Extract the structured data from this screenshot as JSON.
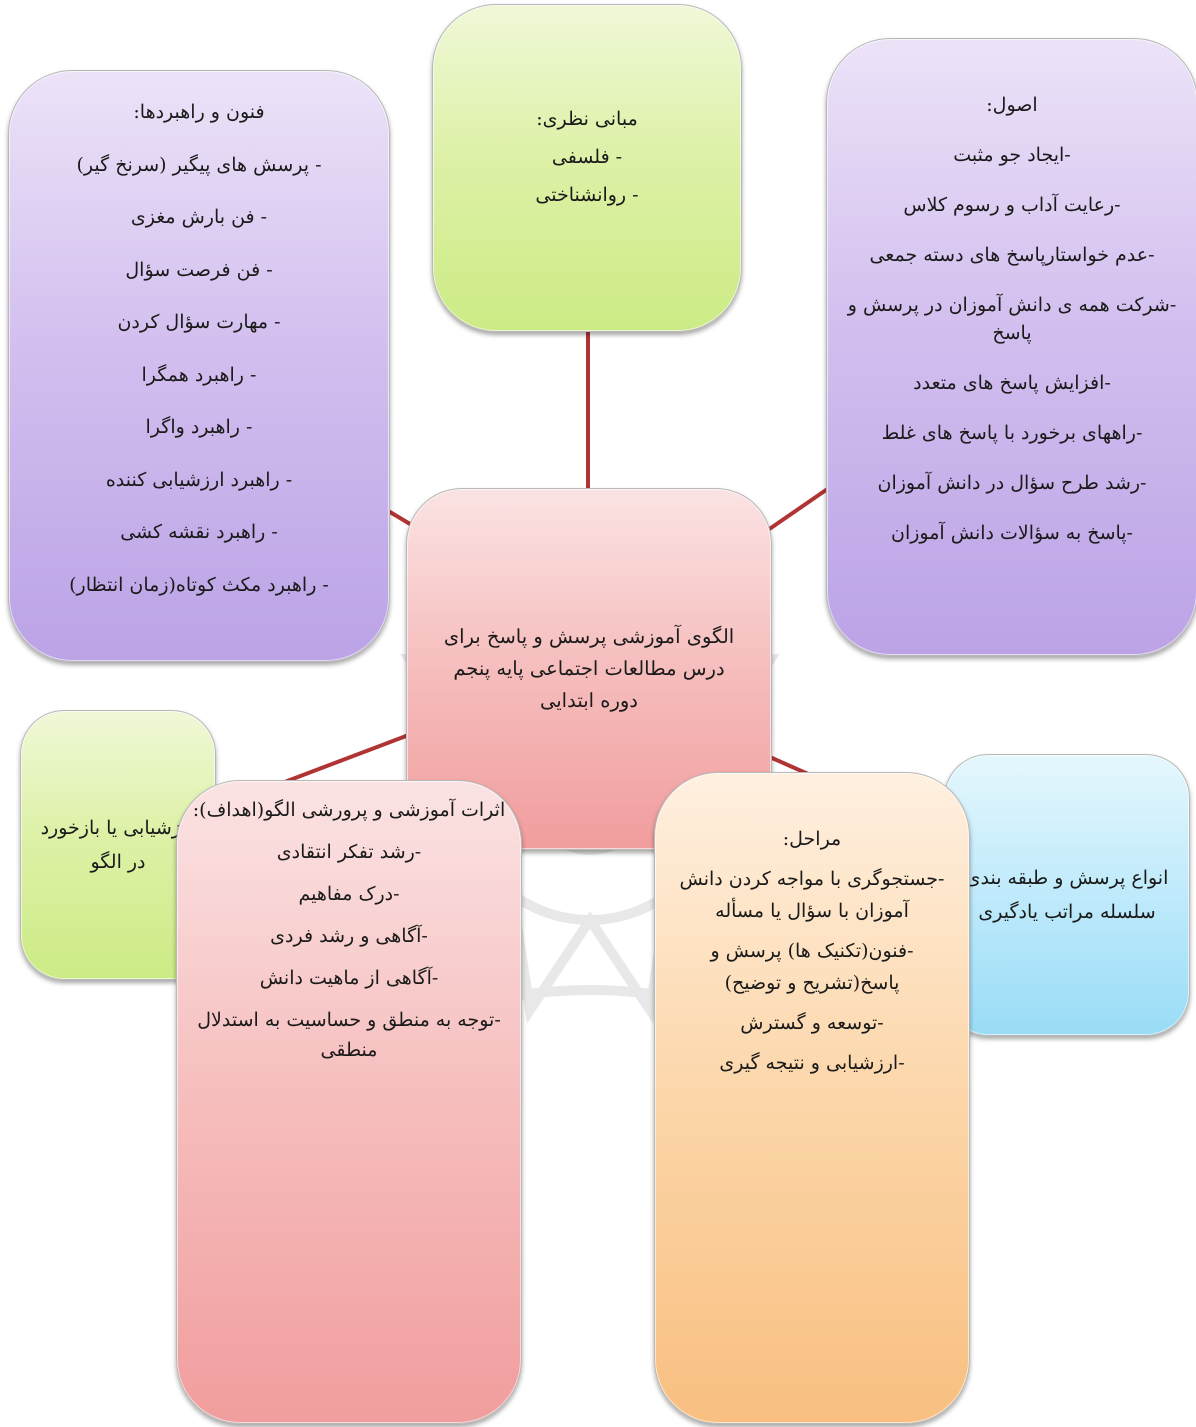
{
  "central": {
    "text": "الگوی آموزشی پرسش و پاسخ برای درس مطالعات اجتماعی پایه پنجم دوره ابتدایی"
  },
  "techniques": {
    "title": "فنون و راهبردها:",
    "items": [
      "- پرسش های پیگیر (سرنخ گیر)",
      "- فن بارش مغزی",
      "- فن فرصت سؤال",
      "- مهارت سؤال کردن",
      "- راهبرد همگرا",
      "- راهبرد واگرا",
      "- راهبرد ارزشیابی کننده",
      "- راهبرد نقشه کشی",
      "- راهبرد مکث کوتاه(زمان انتظار)"
    ]
  },
  "foundations": {
    "title": "مبانی نظری:",
    "items": [
      "- فلسفی",
      "- روانشناختی"
    ]
  },
  "principles": {
    "title": "اصول:",
    "items": [
      "-ایجاد جو مثبت",
      "-رعایت آداب و رسوم کلاس",
      "-عدم خواستارپاسخ های دسته جمعی",
      "-شرکت همه ی دانش آموزان در پرسش و پاسخ",
      "-افزایش پاسخ های متعدد",
      "-راههای برخورد با پاسخ های غلط",
      "-رشد طرح سؤال در دانش آموزان",
      "-پاسخ به سؤالات دانش آموزان"
    ]
  },
  "evaluation": {
    "text": "ارزشیابی یا بازخورد در الگو"
  },
  "question_types": {
    "text": "انواع پرسش و طبقه بندی سلسله مراتب یادگیری"
  },
  "effects": {
    "title": "اثرات آموزشی و پرورشی الگو(اهداف):",
    "items": [
      "-رشد تفکر انتقادی",
      "-درک مفاهیم",
      "-آگاهی و رشد فردی",
      "-آگاهی از ماهیت دانش",
      "-توجه به منطق و حساسیت به استدلال منطقی"
    ]
  },
  "stages": {
    "title": "مراحل:",
    "items": [
      "-جستجوگری با مواجه کردن دانش آموزان با سؤال یا مسأله",
      "-فنون(تکنیک ها) پرسش و پاسخ(تشریح و توضیح)",
      "-توسعه و گسترش",
      "-ارزشیابی و نتیجه گیری"
    ]
  },
  "colors": {
    "connector": "#b03434",
    "purple": "#c8b3ec",
    "green": "#d8efa0",
    "pink": "#f4aeae",
    "blue": "#b3e5fa",
    "orange": "#fbcc95"
  }
}
